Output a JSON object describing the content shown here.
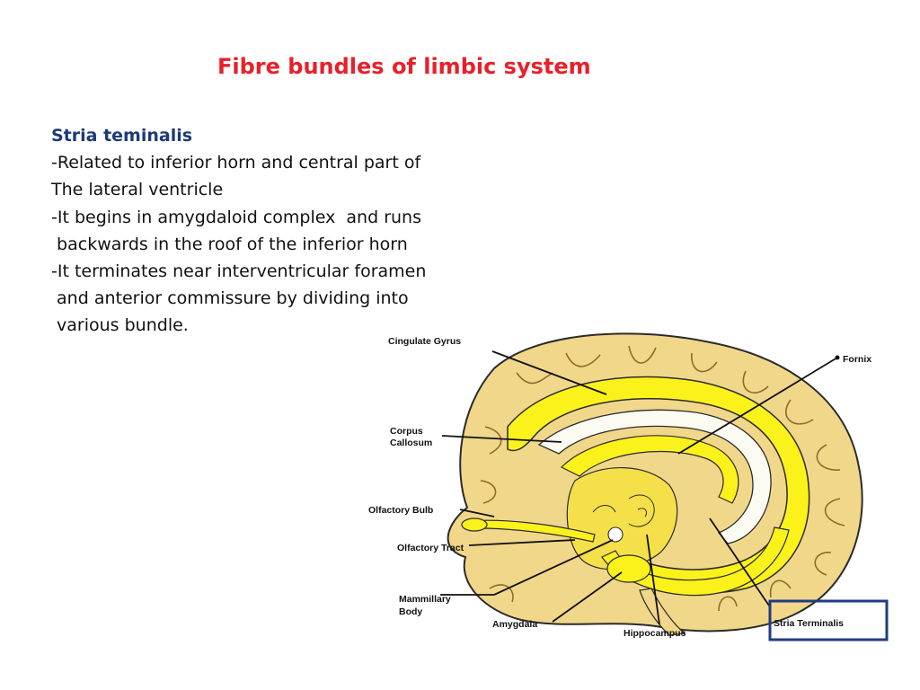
{
  "slide": {
    "title": "Fibre bundles of limbic system",
    "heading": "Stria teminalis",
    "lines": [
      "-Related to inferior horn and central part of",
      "The lateral ventricle",
      "-It begins in amygdaloid complex  and runs",
      " backwards in the roof of the inferior horn",
      "-It terminates near interventricular foramen",
      " and anterior commissure by dividing into",
      " various bundle."
    ]
  },
  "diagram": {
    "labels": {
      "cingulate_gyrus": "Cingulate Gyrus",
      "fornix": "Fornix",
      "corpus_1": "Corpus",
      "corpus_2": "Callosum",
      "olfactory_bulb": "Olfactory Bulb",
      "olfactory_tract": "Olfactory Tract",
      "mammillary_1": "Mammillary",
      "mammillary_2": "Body",
      "amygdala": "Amygdala",
      "hippocampus": "Hippocampus",
      "stria_terminalis": "Stria Terminalis"
    },
    "colors": {
      "cortex": "#f1d78a",
      "limbic": "#fbf21c",
      "outline": "#2b2b2b",
      "highlight_box": "#1f3b85"
    }
  }
}
